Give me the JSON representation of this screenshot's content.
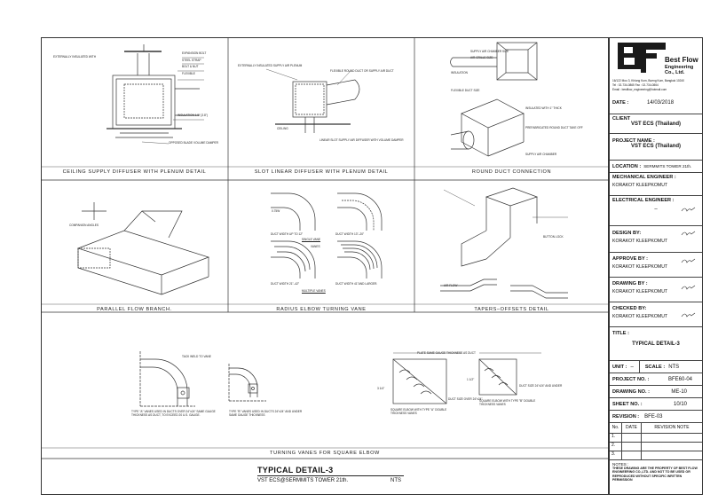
{
  "company": {
    "name": "Best Flow",
    "name2": "Engineering Co., Ltd.",
    "address": "16/122 Moo 3, Khlong Kum, Bueng Kum, Bangkok 10240",
    "contact": "Tel : 02-734-0865  Fax : 02-734-0864",
    "email": "Email : bestflow_engineering@hotmail.com"
  },
  "title_block": {
    "date_label": "DATE :",
    "date_value": "14/03/2018",
    "client_label": "CLIENT",
    "client_value": "VST ECS (Thailand)",
    "project_label": "PROJECT NAME :",
    "project_value": "VST ECS (Thailand)",
    "location_label": "LOCATION :",
    "location_value": "SERMMITS TOWER 21th.",
    "mech_label": "MECHANICAL ENGINEER :",
    "mech_value": "KORAKOT KLEEPKOMUT",
    "elec_label": "ELECTRICAL ENGINEER :",
    "elec_value": "–",
    "design_label": "DESIGN BY:",
    "design_value": "KORAKOT KLEEPKOMUT",
    "approve_label": "APPROVE BY :",
    "approve_value": "KORAKOT KLEEPKOMUT",
    "drawing_by_label": "DRAWING BY :",
    "drawing_by_value": "KORAKOT KLEEPKOMUT",
    "checked_label": "CHECKED BY:",
    "checked_value": "KORAKOT KLEEPKOMUT",
    "title_label": "TITLE :",
    "title_value": "TYPICAL DETAIL-3",
    "unit_label": "UNIT :",
    "unit_value": "–",
    "scale_label": "SCALE :",
    "scale_value": "NTS",
    "project_no_label": "PROJECT NO. :",
    "project_no_value": "BFE60-04",
    "drawing_no_label": "DRAWING NO. :",
    "drawing_no_value": "ME-10",
    "sheet_label": "SHEET NO. :",
    "sheet_value": "10/10",
    "revision_label": "REVISION :",
    "revision_value": "BFE-03",
    "rev_cols": [
      "No.",
      "DATE",
      "REVISION NOTE"
    ],
    "rev_rows": [
      "1.",
      "2.",
      "3."
    ],
    "notes_label": "NOTES :",
    "notes_text": "THESE DRAWING ARE THE PROPERTY OF BEST FLOW ENGINEERING CO.,LTD. AND NOT TO BE USED OR REPRODUCED WITHOUT SPECIFIC WRITTEN PERMISSION"
  },
  "captions": {
    "c1": "CEILING SUPPLY DIFFUSER WITH PLENUM DETAIL",
    "c2": "SLOT LINEAR DIFFUSER WITH PLENUM DETAIL",
    "c3": "ROUND DUCT CONNECTION",
    "c4": "PARALLEL FLOW BRANCH.",
    "c5": "RADIUS ELBOW TURNING VANE",
    "c6": "TAPERS–OFFSETS DETAIL",
    "c7": "TURNING VANES FOR SQUARE ELBOW"
  },
  "drawing_title": {
    "title": "TYPICAL DETAIL-3",
    "subtitle": "VST ECS@SERMMITS TOWER 21th.",
    "scale": "NTS"
  },
  "annotations": {
    "a1": "EXTERNALLY INSULATED WITH",
    "a2": "EXPANSION BOLT",
    "a3": "STEEL STRAP",
    "a4": "BOLT & NUT",
    "a5": "FLEXIBLE",
    "a6": "INSULATION 1.5\" (3.8\")",
    "a7": "OPPOSED BLADE VOLUME DAMPER",
    "a8": "EXTERNALLY INSULATED SUPPLY AIR PLENUM",
    "a9": "FLEXIBLE ROUND DUCT OR SUPPLY AIR DUCT",
    "a10": "LINEAR SLOT SUPPLY AIR DIFFUSER WITH VOLUME DAMPER",
    "a11": "CEILING",
    "a12": "SUPPLY AIR CHAMBER SIZE",
    "a13": "AIR GRILLE SIZE",
    "a14": "INSULATION",
    "a15": "FLEXIBLE DUCT SIZE",
    "a16": "INSULATED WITH 1\" THICK",
    "a17": "PREFABRICATED ROUND DUCT TAKE OFF",
    "a18": "SUPPLY AIR CHAMBER",
    "a19": "COMPANION ANGLES",
    "a20": "DUCT WIDTH UP TO 12\"",
    "a21": "DUCT WIDTH 13\"–20\"",
    "a22": "SINGLE VANE",
    "a23": "DUCT WIDTH 21\"–42\"",
    "a24": "DUCT WIDTH 41\"AND LARGER.",
    "a25": "MULTIPLE VANES",
    "a26": "VANES",
    "a27": "0.75W",
    "a28": "TACK WELD TO VANE",
    "a29": "TYPE \"A\" VANES USED IN DUCTS OVER 24\"x24\" SAME GAUGE THICKNESS AS DUCT, TO EXCEED 20 U.S. GAUGE.",
    "a30": "TYPE \"B\" VANES USED IN DUCTS 24\"x24\" AND UNDER SAME GAUGE THICKNESS",
    "a31": "PLATE SAME GAUGE THICKNESS AS DUCT",
    "a32": "SQUARE ELBOW WITH TYPE \"A\" DOUBLE THICKNESS VANES",
    "a33": "SQUARE ELBOW WITH TYPE \"B\" DOUBLE THICKNESS VANES",
    "a34": "DUCT SIZE OVER 24\"x24\"",
    "a35": "DUCT SIZE 24\"x24\" AND UNDER",
    "a36": "AIR FLOW",
    "a37": "BUTTON LOCK",
    "a38": "3 1/4\"",
    "a39": "1 1/2\""
  }
}
